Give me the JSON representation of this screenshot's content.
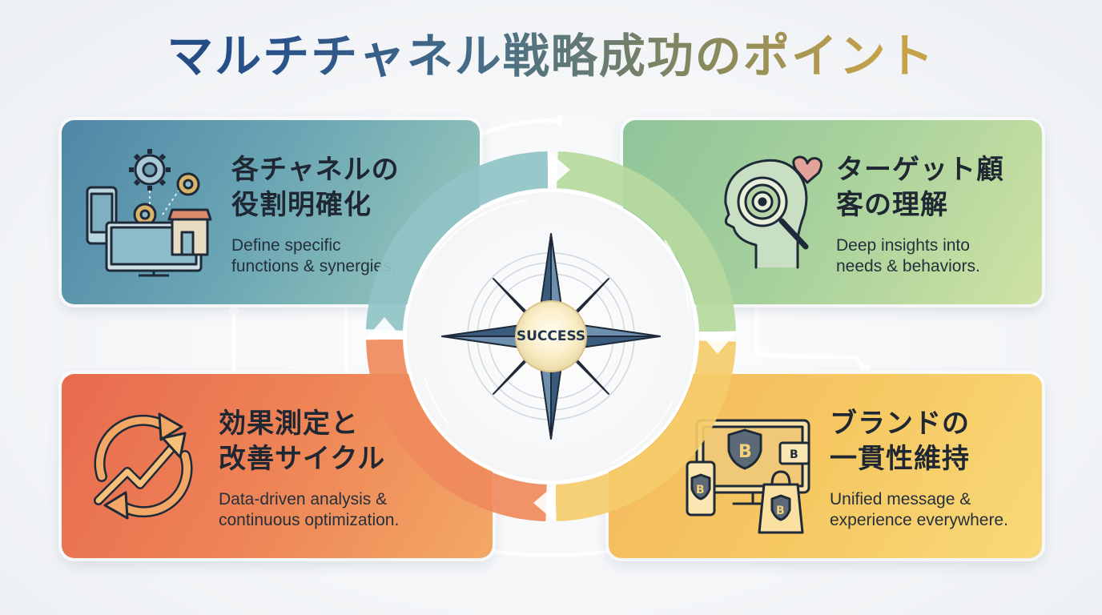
{
  "title": "マルチチャネル戦略成功のポイント",
  "center": {
    "label": "SUCCESS"
  },
  "cards": [
    {
      "title_line1": "各チャネルの",
      "title_line2": "役割明確化",
      "desc_line1": "Define specific",
      "desc_line2": "functions & synergies.",
      "icon": "gears-devices-store-icon",
      "color": "#5a93ad"
    },
    {
      "title_line1": "ターゲット顧",
      "title_line2": "客の理解",
      "desc_line1": "Deep insights into",
      "desc_line2": "needs & behaviors.",
      "icon": "head-target-heart-icon",
      "color": "#a6d09c"
    },
    {
      "title_line1": "効果測定と",
      "title_line2": "改善サイクル",
      "desc_line1": "Data-driven analysis &",
      "desc_line2": "continuous optimization.",
      "icon": "cycle-growth-arrow-icon",
      "color": "#ec7a52"
    },
    {
      "title_line1": "ブランドの",
      "title_line2": "一貫性維持",
      "desc_line1": "Unified message &",
      "desc_line2": "experience everywhere.",
      "icon": "brand-devices-icon",
      "color": "#f5c25f"
    }
  ]
}
